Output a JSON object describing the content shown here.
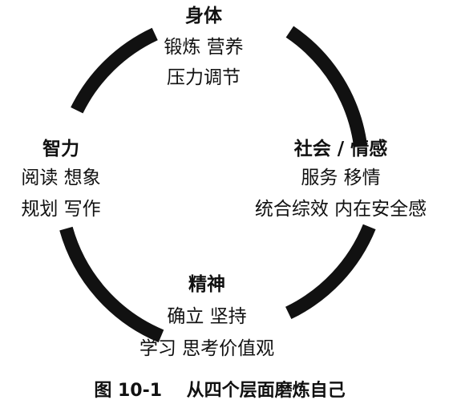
{
  "diagram": {
    "nodes": {
      "top": {
        "title": "身体",
        "line1": "锻炼  营养",
        "line2": "压力调节"
      },
      "left": {
        "title": "智力",
        "line1": "阅读  想象",
        "line2": "规划  写作"
      },
      "right": {
        "title": "社会 / 情感",
        "line1": "服务  移情",
        "line2": "统合综效  内在安全感"
      },
      "bottom": {
        "title": "精神",
        "line1": "确立  坚持",
        "line2": "学习  思考价值观"
      }
    },
    "caption": "图 10-1    从四个层面磨炼自己"
  }
}
